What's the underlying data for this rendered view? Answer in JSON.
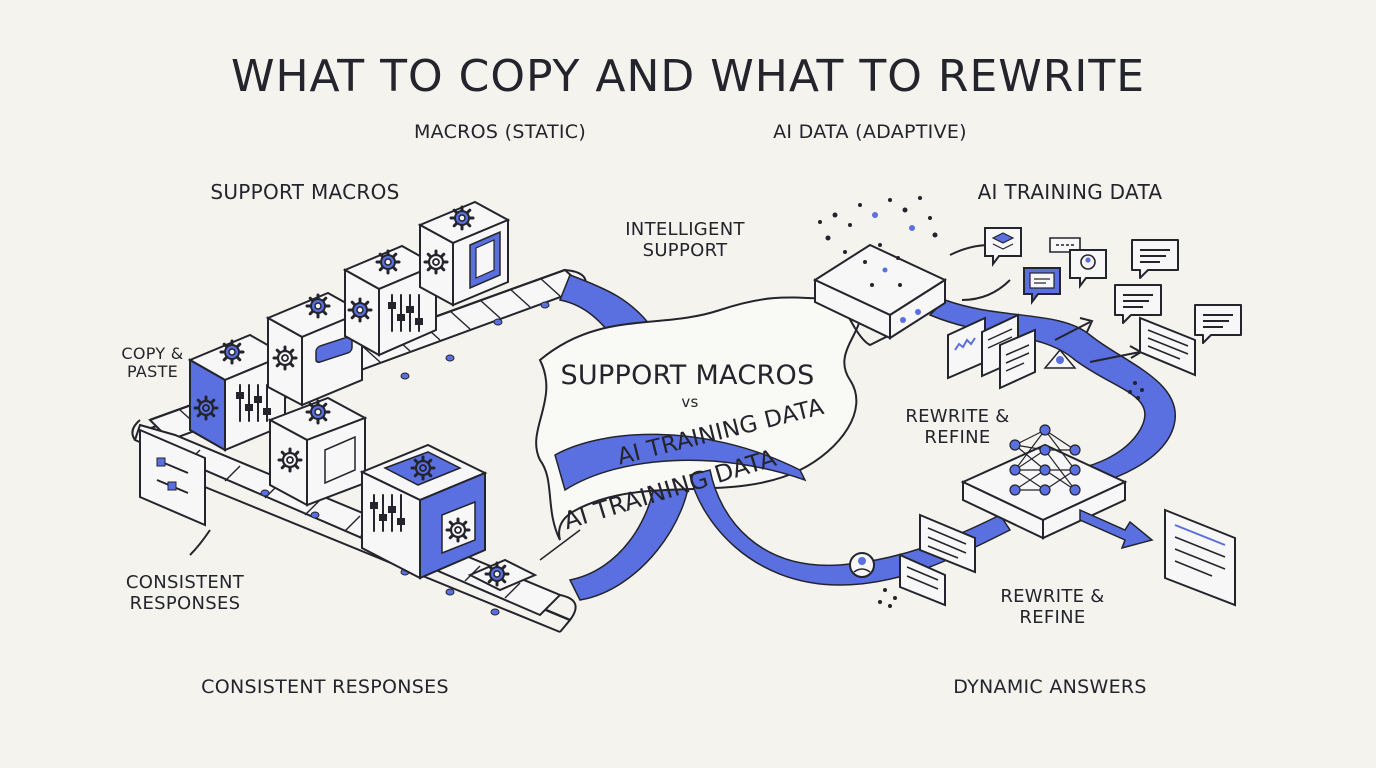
{
  "title": "WHAT TO COPY AND WHAT TO REWRITE",
  "subtitles": {
    "left": "MACROS (STATIC)",
    "right": "AI DATA (ADAPTIVE)"
  },
  "left": {
    "heading": "SUPPORT MACROS",
    "copy_paste": [
      "COPY &",
      "PASTE"
    ],
    "consistent_small": [
      "CONSISTENT",
      "RESPONSES"
    ],
    "bottom": "CONSISTENT RESPONSES"
  },
  "center": {
    "intelligent": [
      "INTELLIGENT",
      "SUPPORT"
    ],
    "banner_top": "SUPPORT MACROS",
    "banner_vs": "vs",
    "banner_bottom_1": "AI TRAINING DATA",
    "banner_bottom_2": "AI TRAINING DATA"
  },
  "right": {
    "heading": "AI TRAINING DATA",
    "rewrite_1": [
      "REWRITE &",
      "REFINE"
    ],
    "rewrite_2": [
      "REWRITE &",
      "REFINE"
    ],
    "bottom": "DYNAMIC ANSWERS"
  },
  "colors": {
    "background": "#f4f3ee",
    "accent": "#5a6fe0",
    "ink": "#24242c",
    "panel": "#f7f7f7"
  },
  "icons": [
    "gear-icon",
    "slider-icon",
    "document-icon",
    "chat-bubble-icon",
    "user-icon",
    "layers-icon",
    "neural-network-icon",
    "arrow-icon"
  ]
}
